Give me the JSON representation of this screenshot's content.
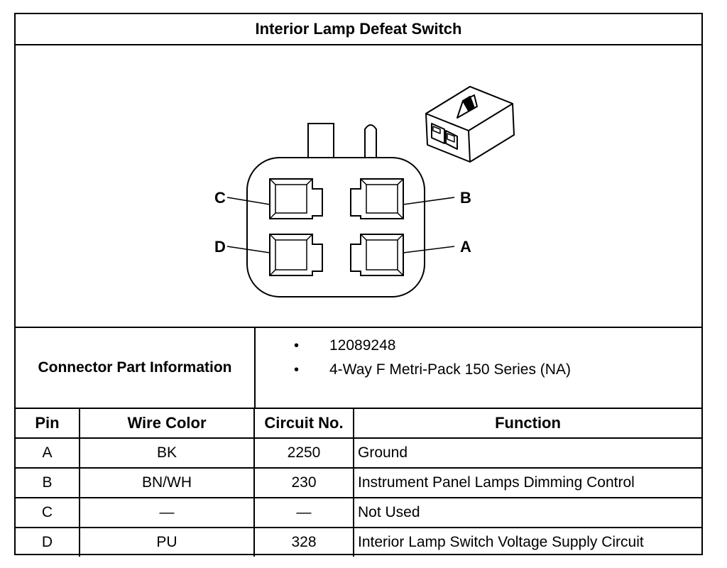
{
  "title": "Interior Lamp Defeat Switch",
  "diagram": {
    "pin_labels": [
      "C",
      "B",
      "D",
      "A"
    ]
  },
  "connector_info": {
    "label": "Connector Part Information",
    "items": [
      "12089248",
      "4-Way F Metri-Pack 150 Series (NA)"
    ]
  },
  "table": {
    "headers": [
      "Pin",
      "Wire Color",
      "Circuit No.",
      "Function"
    ],
    "rows": [
      {
        "pin": "A",
        "wire_color": "BK",
        "circuit": "2250",
        "function": "Ground"
      },
      {
        "pin": "B",
        "wire_color": "BN/WH",
        "circuit": "230",
        "function": "Instrument Panel Lamps Dimming Control"
      },
      {
        "pin": "C",
        "wire_color": "—",
        "circuit": "—",
        "function": "Not Used"
      },
      {
        "pin": "D",
        "wire_color": "PU",
        "circuit": "328",
        "function": "Interior Lamp Switch Voltage Supply Circuit"
      }
    ]
  }
}
